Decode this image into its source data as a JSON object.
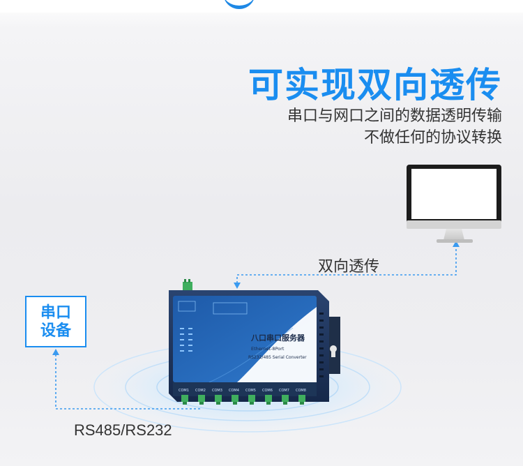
{
  "header": {
    "title": "可实现双向透传",
    "subtitle_line1": "串口与网口之间的数据透明传输",
    "subtitle_line2": "不做任何的协议转换"
  },
  "diagram": {
    "link_label_top": "双向透传",
    "link_label_bottom": "RS485/RS232",
    "serial_device_line1": "串口",
    "serial_device_line2": "设备"
  },
  "product": {
    "panel_name": "八口串口服务器",
    "panel_line2": "Ethernet-8Port",
    "panel_line3": "RS232/485 Serial Converter",
    "ports": [
      "COM1",
      "COM2",
      "COM3",
      "COM4",
      "COM5",
      "COM6",
      "COM7",
      "COM8"
    ]
  },
  "colors": {
    "accent": "#1a8df0",
    "device_body": "#1b3a63",
    "text": "#333333"
  }
}
